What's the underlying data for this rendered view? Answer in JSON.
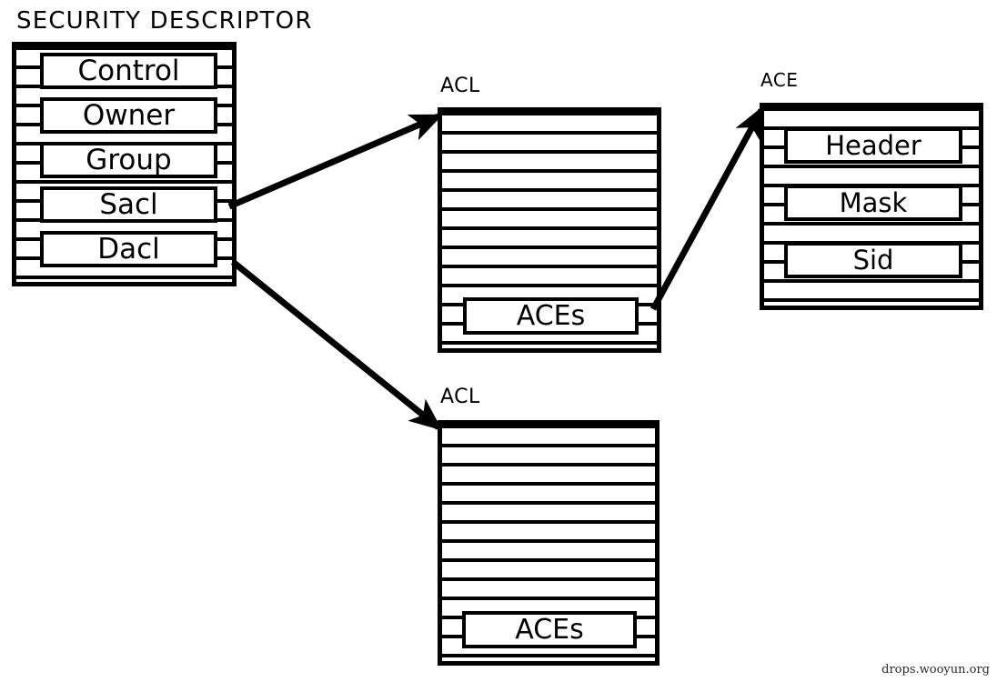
{
  "diagram": {
    "title": "SECURITY DESCRIPTOR",
    "watermark": "drops.wooyun.org",
    "stroke_color": "#000000",
    "background_color": "#ffffff"
  },
  "security_descriptor": {
    "label": "SECURITY DESCRIPTOR",
    "fields": [
      {
        "name": "control",
        "label": "Control"
      },
      {
        "name": "owner",
        "label": "Owner"
      },
      {
        "name": "group",
        "label": "Group"
      },
      {
        "name": "sacl",
        "label": "Sacl"
      },
      {
        "name": "dacl",
        "label": "Dacl"
      }
    ]
  },
  "acl_top": {
    "label": "ACL",
    "aces_label": "ACEs"
  },
  "acl_bottom": {
    "label": "ACL",
    "aces_label": "ACEs"
  },
  "ace": {
    "label": "ACE",
    "fields": [
      {
        "name": "header",
        "label": "Header"
      },
      {
        "name": "mask",
        "label": "Mask"
      },
      {
        "name": "sid",
        "label": "Sid"
      }
    ]
  },
  "arrows": [
    {
      "name": "sacl-to-acl-top",
      "from": "Sacl",
      "to": "ACL (top)"
    },
    {
      "name": "dacl-to-acl-bottom",
      "from": "Dacl",
      "to": "ACL (bottom)"
    },
    {
      "name": "aces-to-ace",
      "from": "ACEs",
      "to": "ACE"
    }
  ]
}
